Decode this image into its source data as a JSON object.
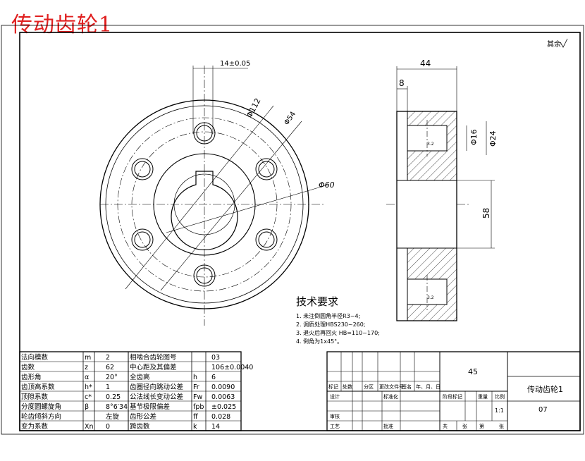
{
  "title": "传动齿轮1",
  "surface_finish_note": "其余",
  "dimensions": {
    "face_width": "14±0.05",
    "outer_dia": "Φ112",
    "pitch_circle": "Φ54",
    "hub_dia": "Φ60",
    "hole_small": "Φ16",
    "hole_large": "Φ24",
    "overall_width": "44",
    "chamfer_width": "8",
    "height": "58",
    "roughness_1": "3.2",
    "roughness_2": "3.2"
  },
  "tech_requirements": {
    "heading": "技术要求",
    "items": [
      "1. 未注倒圆角半径R3~4;",
      "2. 调质处理HBS230~260;",
      "3. 退火后再回火 HB=110~170;",
      "4. 倒角为1x45°。"
    ]
  },
  "param_table": [
    {
      "label": "法向模数",
      "symbol": "m",
      "value": "2",
      "label2": "相啮合齿轮图号",
      "symbol2": "",
      "value2": "03"
    },
    {
      "label": "齿数",
      "symbol": "z",
      "value": "62",
      "label2": "中心距及其偏差",
      "symbol2": "",
      "value2": "106±0.0040"
    },
    {
      "label": "齿形角",
      "symbol": "α",
      "value": "20°",
      "label2": "全齿高",
      "symbol2": "h",
      "value2": "6"
    },
    {
      "label": "齿顶高系数",
      "symbol": "h*",
      "value": "1",
      "label2": "齿圈径向跳动公差",
      "symbol2": "Fr",
      "value2": "0.0090"
    },
    {
      "label": "顶隙系数",
      "symbol": "c*",
      "value": "0.25",
      "label2": "公法线长变动公差",
      "symbol2": "Fw",
      "value2": "0.0063"
    },
    {
      "label": "分度圆螺旋角",
      "symbol": "β",
      "value": "8°6′34",
      "label2": "基节极限偏差",
      "symbol2": "fpb",
      "value2": "±0.025"
    },
    {
      "label": "轮齿倾斜方向",
      "symbol": "",
      "value": "左旋",
      "label2": "齿形公差",
      "symbol2": "ff",
      "value2": "0.028"
    },
    {
      "label": "变为系数",
      "symbol": "Xn",
      "value": "0",
      "label2": "跨齿数",
      "symbol2": "k",
      "value2": "14"
    }
  ],
  "title_block": {
    "material": "45",
    "part_name": "传动齿轮1",
    "drawing_no": "07",
    "scale": "1:1",
    "labels": {
      "mark": "标记",
      "count": "处数",
      "zone": "分区",
      "change_doc": "更改文件号",
      "sign": "签名",
      "date": "年、月、日",
      "design": "设计",
      "standardize": "标准化",
      "stage_mark": "阶段标记",
      "weight": "重量",
      "scale": "比例",
      "review": "审核",
      "process": "工艺",
      "approve": "批准",
      "sheets_total": "共",
      "sheet_unit1": "张",
      "sheet_no": "第",
      "sheet_unit2": "张"
    }
  }
}
